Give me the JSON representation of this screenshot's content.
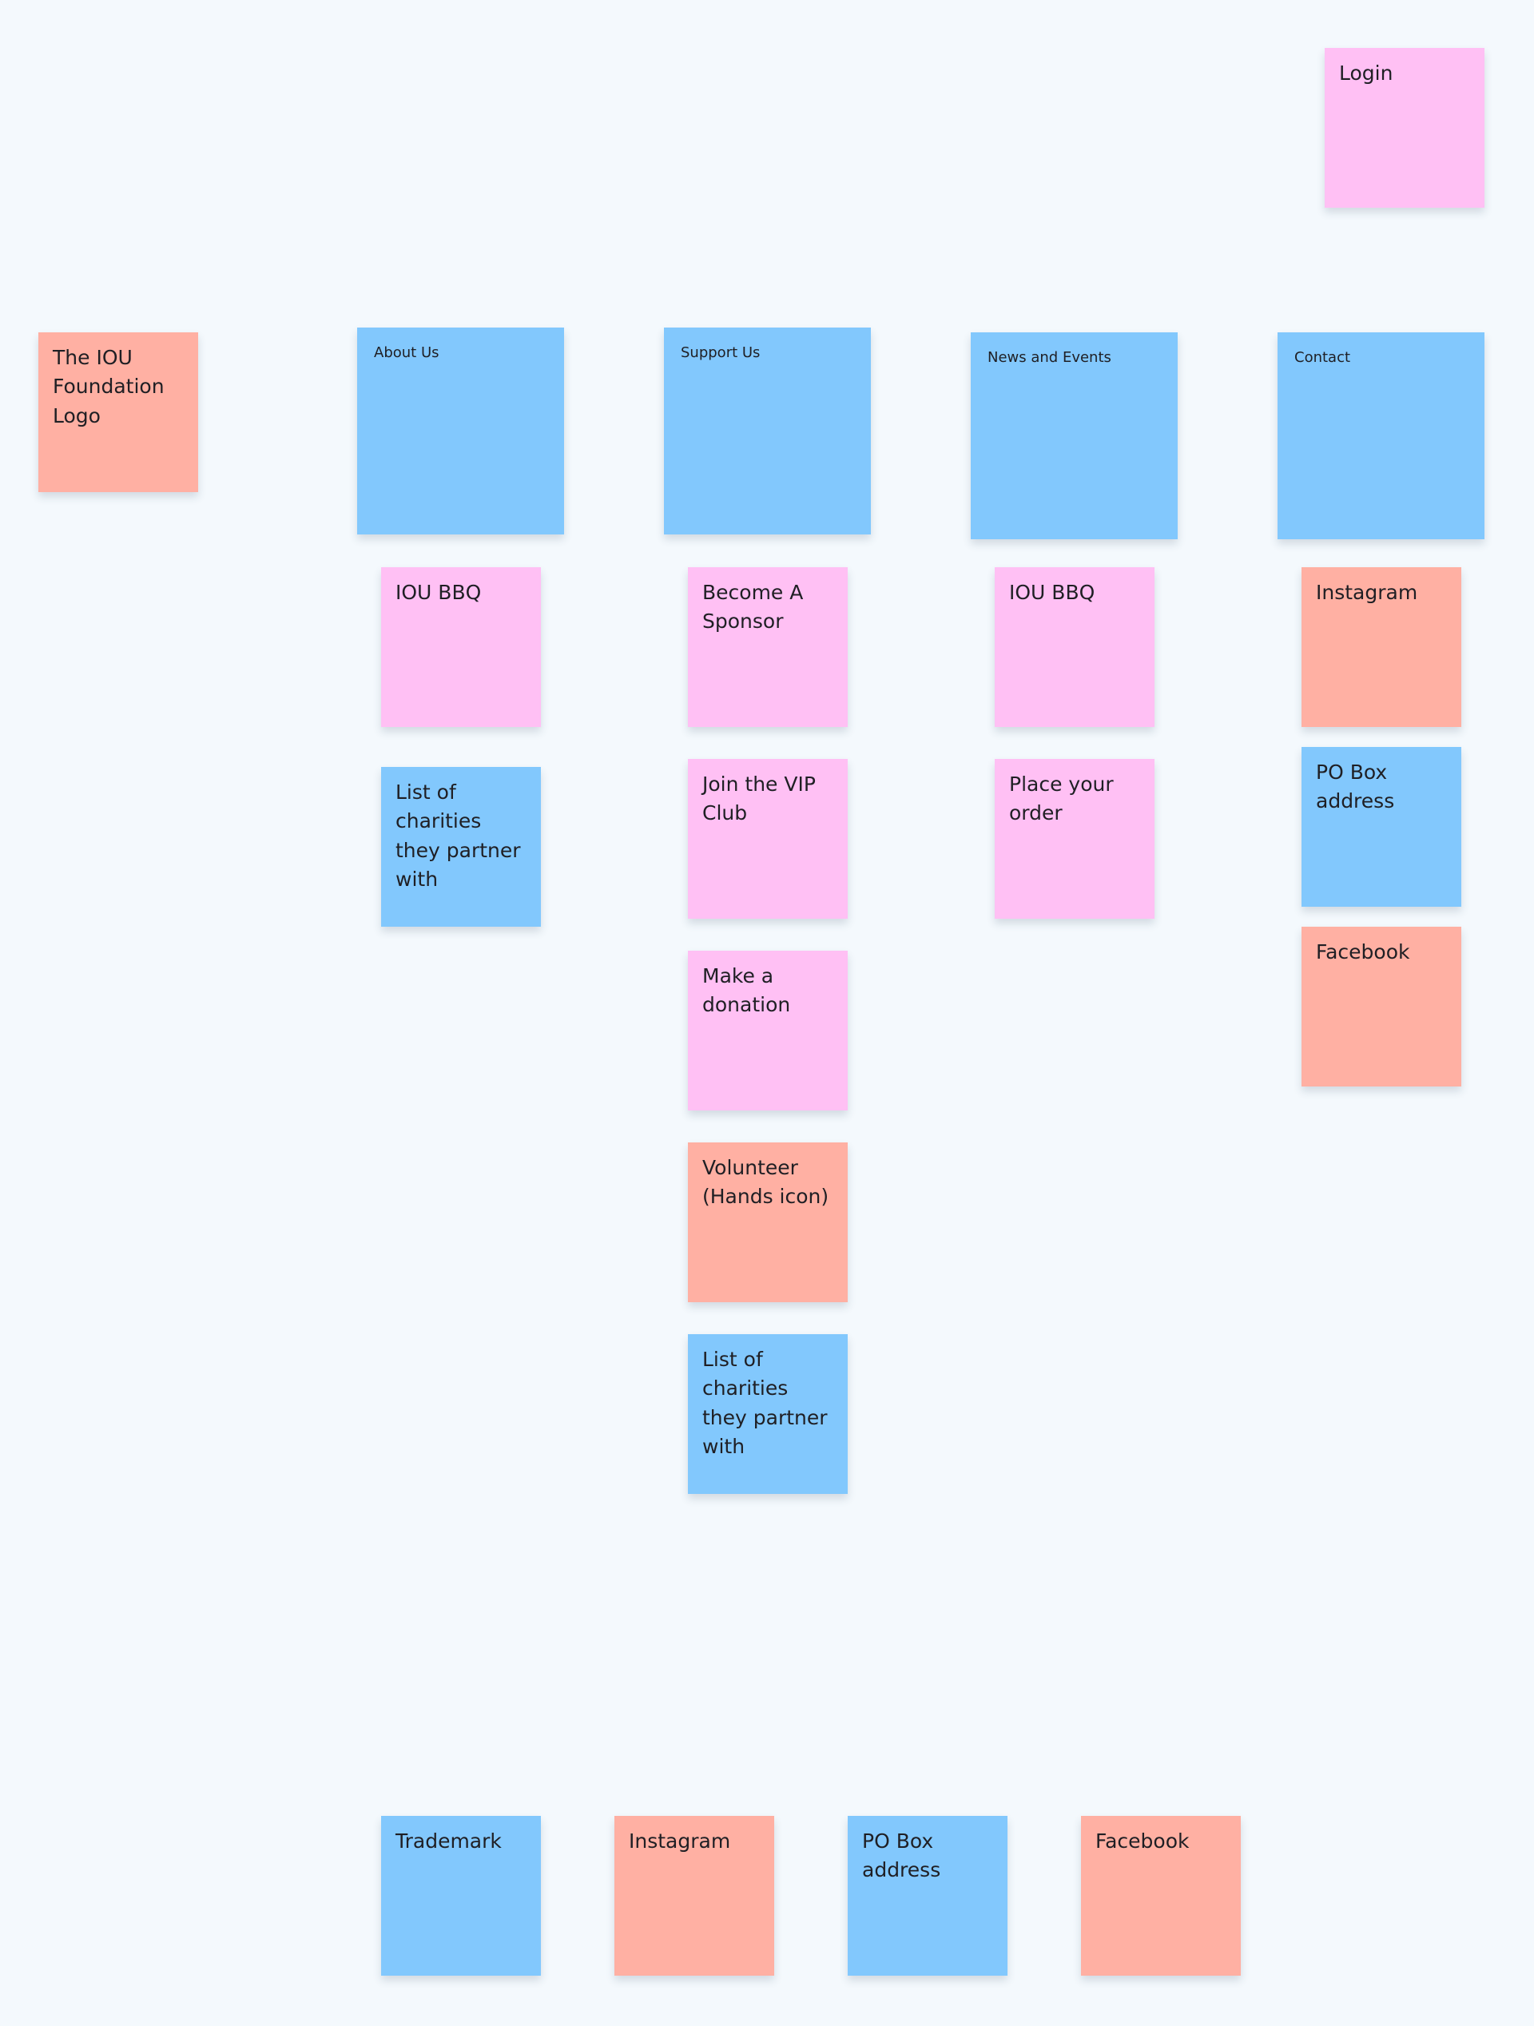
{
  "colors": {
    "canvas": "#f4f9fd",
    "pink": "#ffc0f4",
    "salmon": "#ffb0a3",
    "blue": "#82c8fd"
  },
  "header": {
    "login": "Login",
    "logo": "The IOU Foundation Logo"
  },
  "nav": {
    "about_us": "About Us",
    "support_us": "Support Us",
    "news_and_events": "News and Events",
    "contact": "Contact"
  },
  "about_us_items": [
    "IOU BBQ",
    "List of charities they partner with"
  ],
  "support_us_items": [
    "Become A Sponsor",
    "Join the VIP Club",
    "Make a donation",
    "Volunteer\n(Hands icon)",
    "List of charities they partner with"
  ],
  "news_items": [
    "IOU BBQ",
    "Place your order"
  ],
  "contact_items": [
    "Instagram",
    "PO Box address",
    "Facebook"
  ],
  "footer_items": [
    "Trademark",
    "Instagram",
    "PO Box address",
    "Facebook"
  ]
}
